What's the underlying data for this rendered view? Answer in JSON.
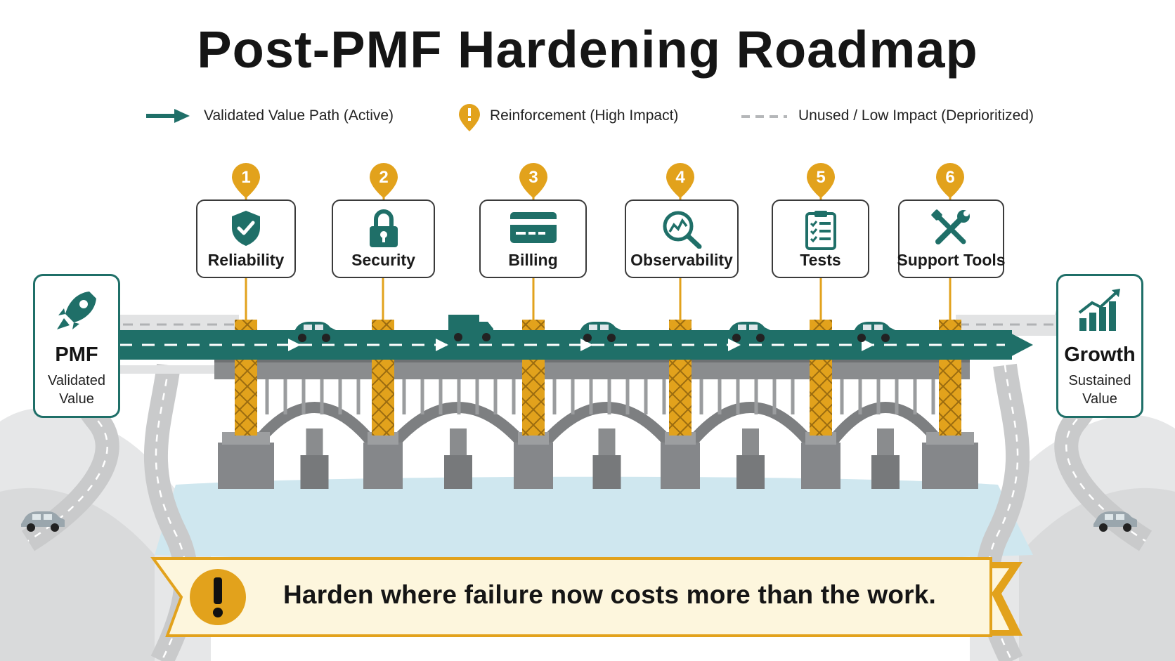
{
  "title": "Post-PMF Hardening Roadmap",
  "legend": {
    "active": "Validated Value Path (Active)",
    "reinforcement": "Reinforcement (High Impact)",
    "unused": "Unused / Low Impact (Deprioritized)"
  },
  "milestones": [
    {
      "number": "1",
      "label": "Reliability",
      "icon": "shield-check-icon"
    },
    {
      "number": "2",
      "label": "Security",
      "icon": "padlock-icon"
    },
    {
      "number": "3",
      "label": "Billing",
      "icon": "credit-card-icon"
    },
    {
      "number": "4",
      "label": "Observability",
      "icon": "magnifier-chart-icon"
    },
    {
      "number": "5",
      "label": "Tests",
      "icon": "checklist-icon"
    },
    {
      "number": "6",
      "label": "Support Tools",
      "icon": "wrench-screwdriver-icon"
    }
  ],
  "start": {
    "title": "PMF",
    "subtitle_line1": "Validated",
    "subtitle_line2": "Value",
    "icon": "rocket-icon"
  },
  "end": {
    "title": "Growth",
    "subtitle_line1": "Sustained",
    "subtitle_line2": "Value",
    "icon": "growth-chart-icon"
  },
  "banner": {
    "text": "Harden where failure now costs more than the work.",
    "icon": "exclamation-icon"
  },
  "colors": {
    "teal": "#1f6f68",
    "gold": "#e2a21c",
    "gray": "#8a8c8e",
    "water": "#cfe7ef",
    "banner_bg": "#fdf6dd"
  }
}
